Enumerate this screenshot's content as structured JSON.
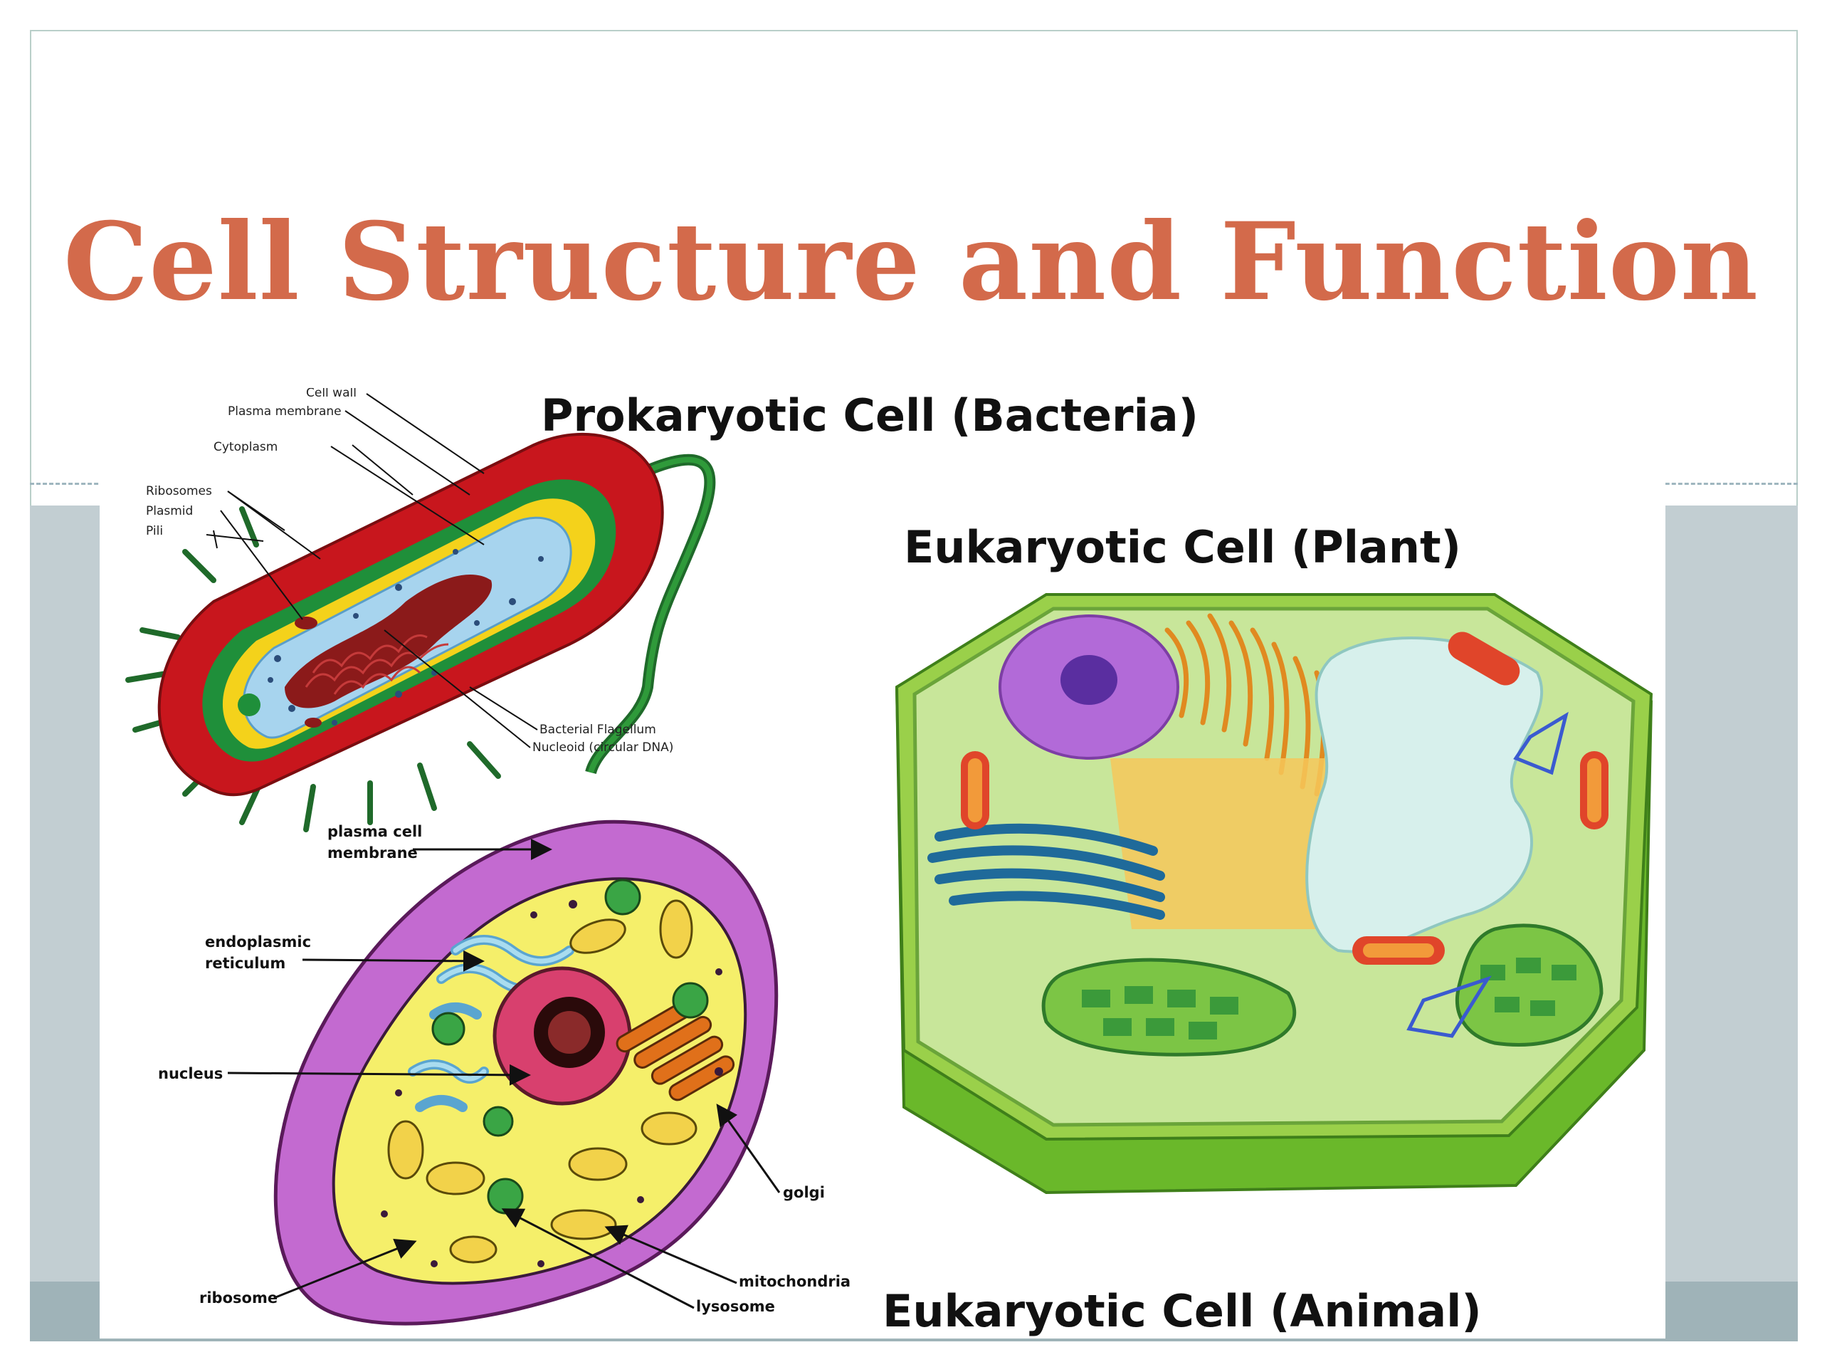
{
  "slide": {
    "title": "Cell Structure and Function"
  },
  "diagram": {
    "prokaryote": {
      "heading": "Prokaryotic Cell (Bacteria)",
      "labels": {
        "cell_wall": "Cell wall",
        "plasma_membrane": "Plasma membrane",
        "cytoplasm": "Cytoplasm",
        "ribosomes": "Ribosomes",
        "plasmid": "Plasmid",
        "pili": "Pili",
        "flagellum": "Bacterial Flagellum",
        "nucleoid": "Nucleoid (circular DNA)"
      }
    },
    "plant": {
      "heading": "Eukaryotic Cell (Plant)"
    },
    "animal": {
      "heading": "Eukaryotic Cell (Animal)",
      "labels": {
        "plasma_membrane_1": "plasma cell",
        "plasma_membrane_2": "membrane",
        "er_1": "endoplasmic",
        "er_2": "reticulum",
        "nucleus": "nucleus",
        "golgi": "golgi",
        "mitochondria": "mitochondria",
        "ribosome": "ribosome",
        "lysosome": "lysosome"
      }
    }
  },
  "colors": {
    "title": "#d36a4b",
    "band": "#c2ced2",
    "frame": "#b9cfc9"
  }
}
